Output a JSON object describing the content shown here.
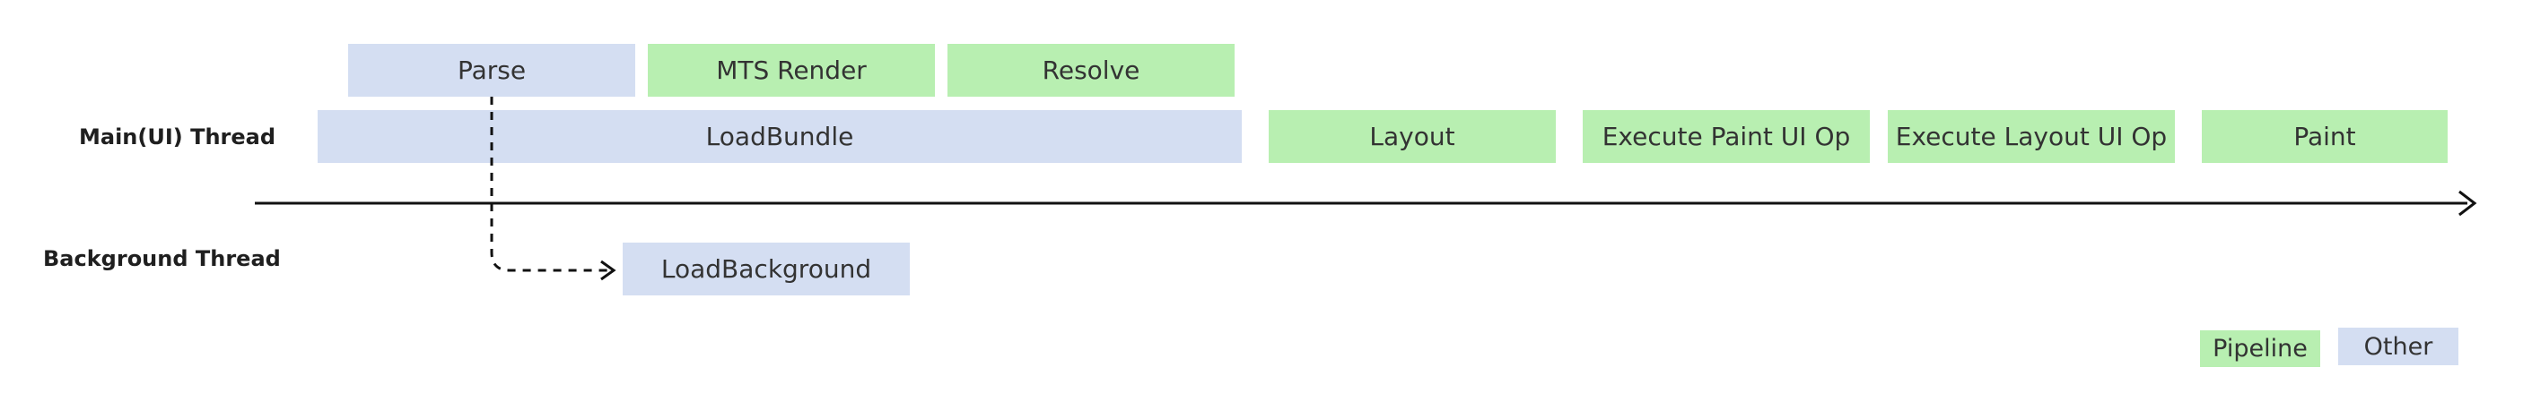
{
  "lanes": {
    "main": "Main(UI) Thread",
    "background": "Background Thread"
  },
  "blocks": {
    "parse": "Parse",
    "mts_render": "MTS Render",
    "resolve": "Resolve",
    "load_bundle": "LoadBundle",
    "layout": "Layout",
    "execute_paint_ui_op": "Execute Paint UI Op",
    "execute_layout_ui_op": "Execute Layout UI Op",
    "paint": "Paint",
    "load_background": "LoadBackground"
  },
  "legend": {
    "pipeline": "Pipeline",
    "other": "Other"
  },
  "colors": {
    "pipeline": "#b8efb1",
    "other": "#d4def2",
    "line": "#111111"
  }
}
